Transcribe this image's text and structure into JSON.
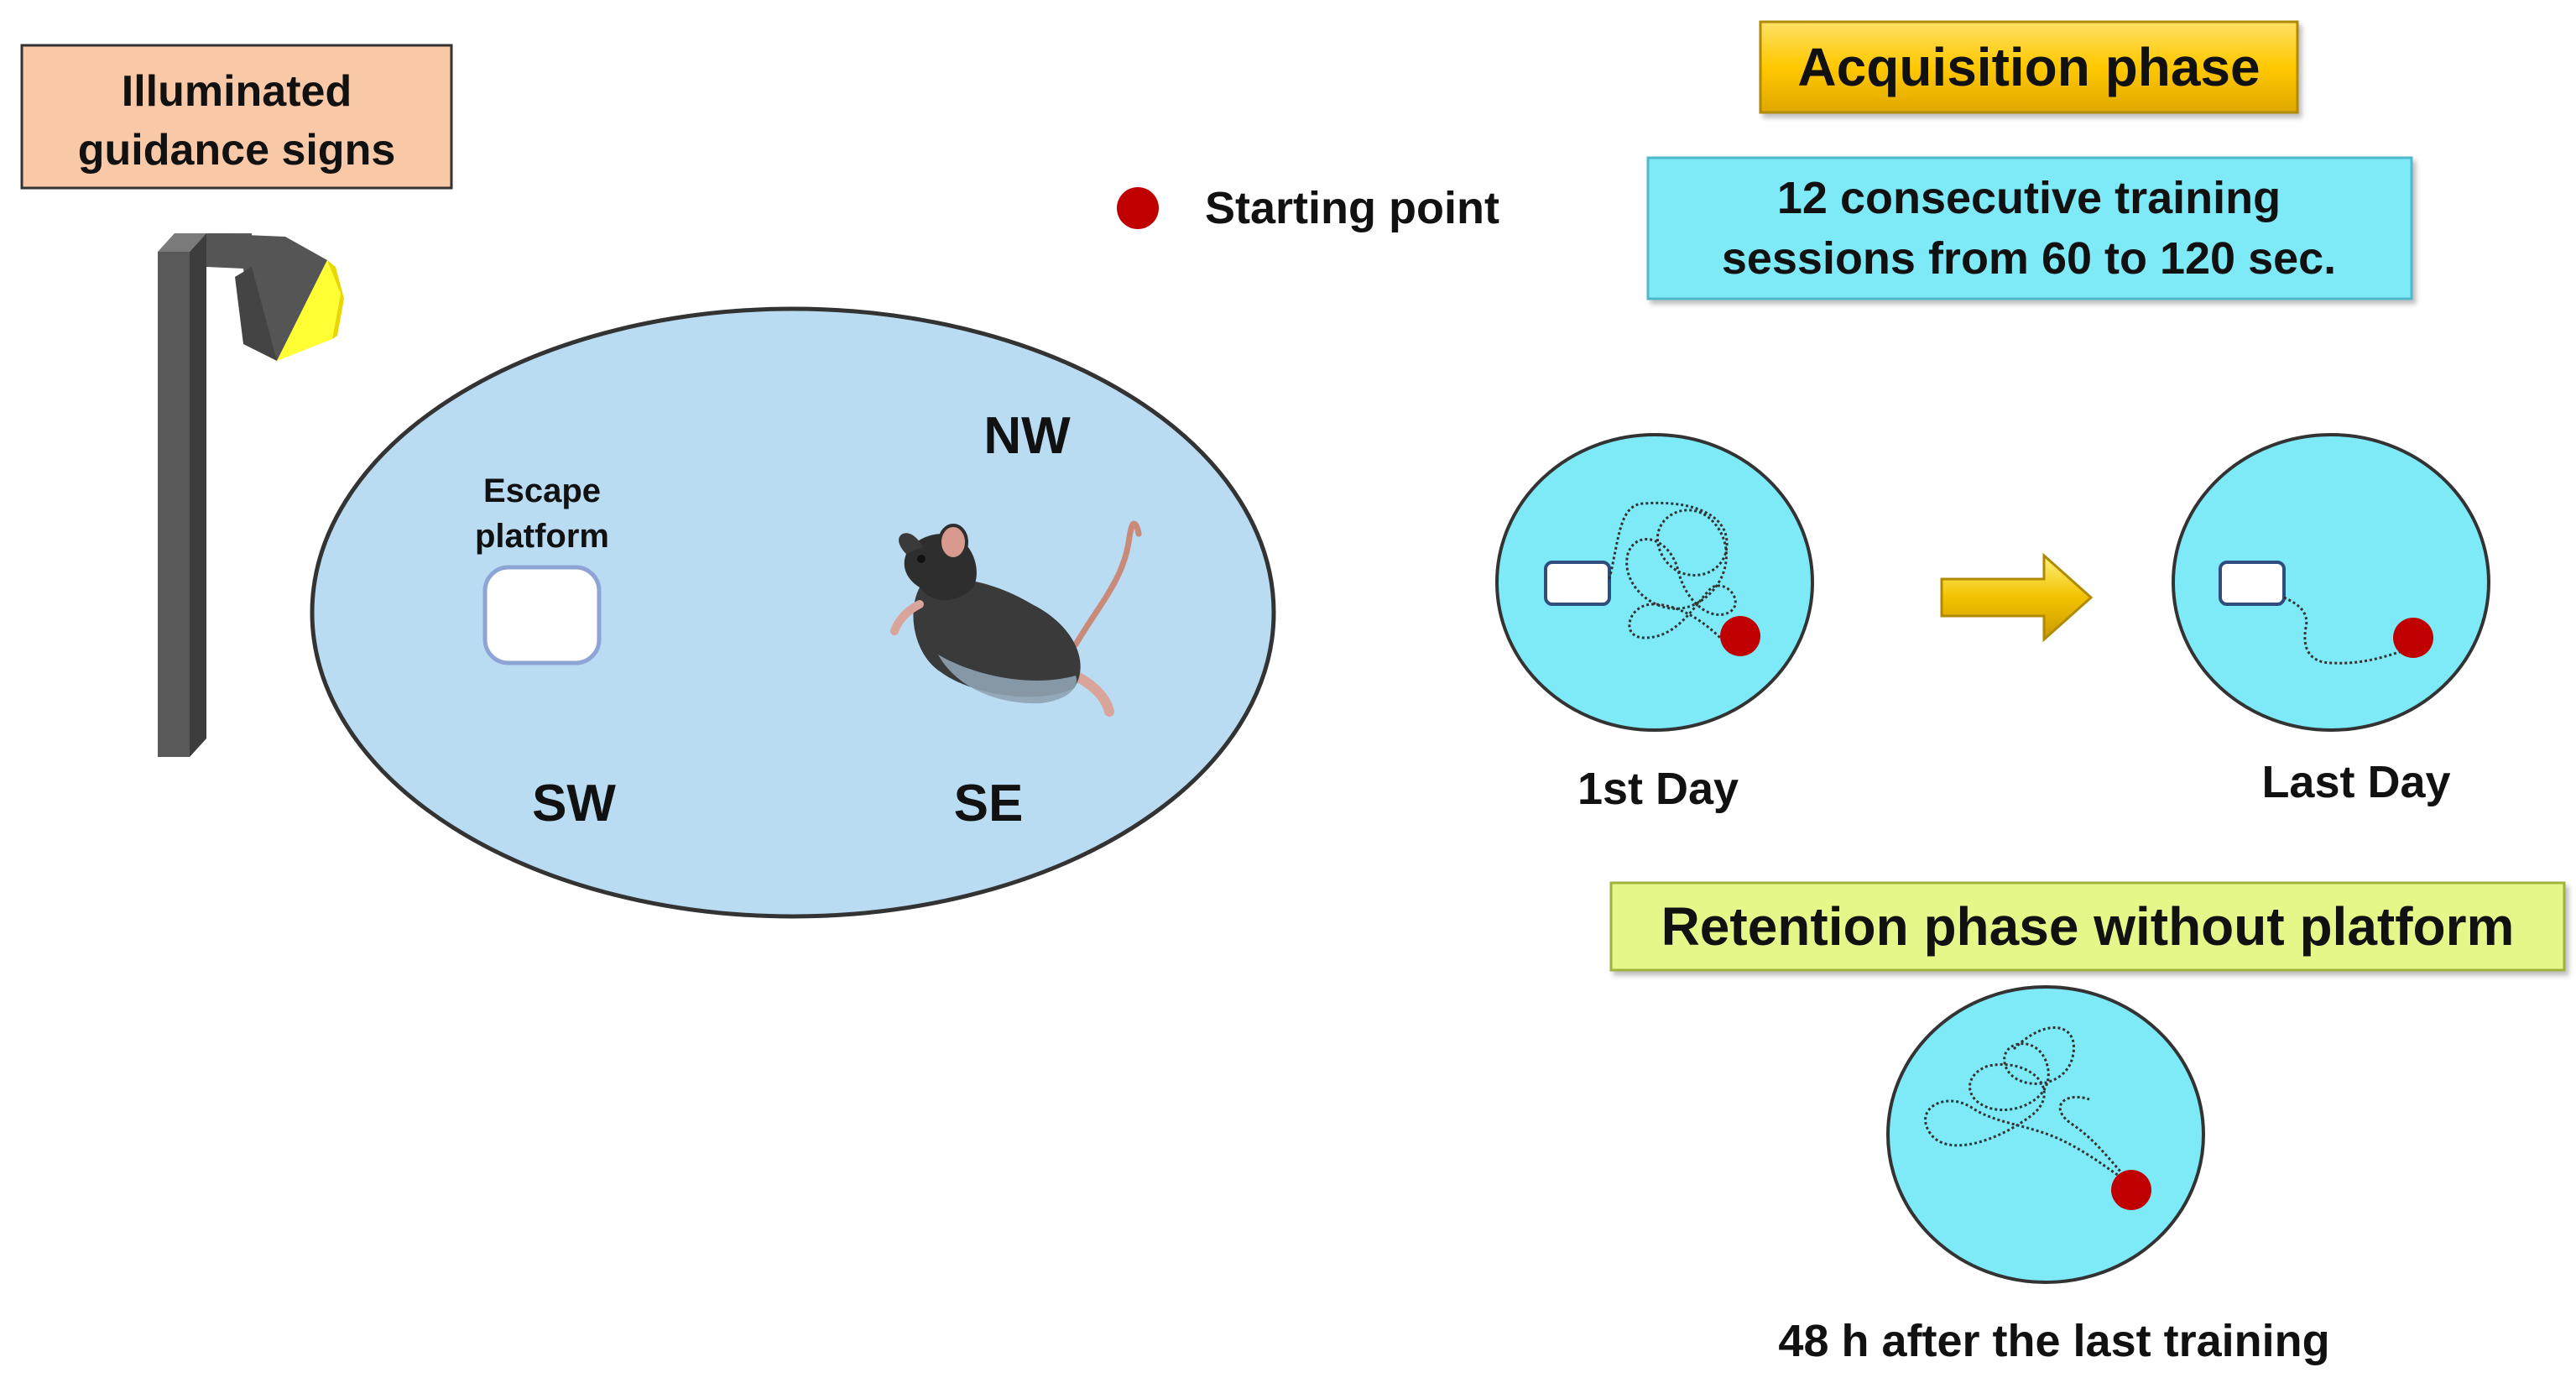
{
  "labels": {
    "guidance_signs_line1": "Illuminated",
    "guidance_signs_line2": "guidance signs",
    "escape_platform_line1": "Escape",
    "escape_platform_line2": "platform",
    "nw": "NW",
    "sw": "SW",
    "se": "SE",
    "starting_point": "Starting point",
    "acquisition_phase": "Acquisition phase",
    "training_line1": "12 consecutive training",
    "training_line2": "sessions  from 60 to 120 sec.",
    "first_day": "1st Day",
    "last_day": "Last Day",
    "retention_phase": "Retention phase without platform",
    "retention_caption": "48 h after the last training"
  },
  "colors": {
    "sign_box": "#f9c9a7",
    "lamp_post": "#595959",
    "lamp_light": "#ffff33",
    "pool": "#b9dcf3",
    "mini_pool": "#7eeaf8",
    "start_dot": "#c00000",
    "acquisition_box": "#ffcc00",
    "training_box": "#7eeaf8",
    "retention_box": "#e6f78a",
    "arrow": "#f2c200"
  },
  "icons": [
    "lamp-post-icon",
    "mouse-swimming-icon",
    "arrow-right-icon",
    "start-dot-icon"
  ]
}
